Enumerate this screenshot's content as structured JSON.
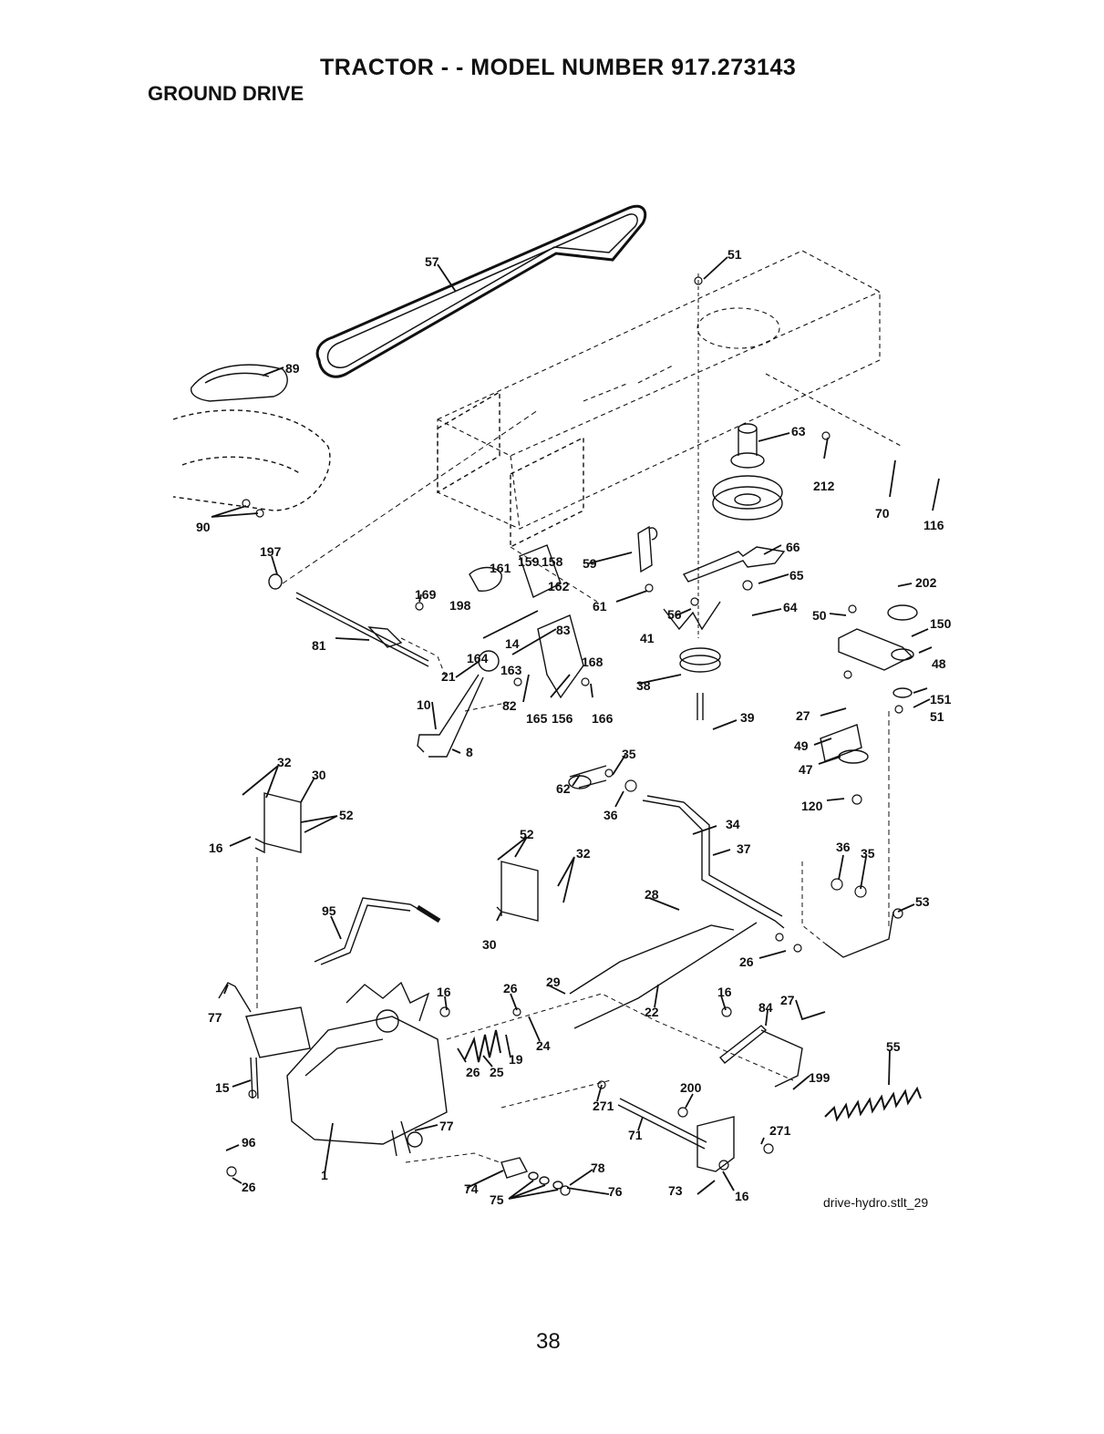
{
  "header": {
    "title": "TRACTOR - - MODEL NUMBER  917.273143",
    "subtitle": "GROUND DRIVE"
  },
  "labels": {
    "l57": "57",
    "l51a": "51",
    "l89": "89",
    "l63": "63",
    "l212": "212",
    "l70": "70",
    "l116": "116",
    "l90": "90",
    "l197": "197",
    "l161": "161",
    "l159": "159",
    "l158": "158",
    "l59": "59",
    "l66": "66",
    "l65": "65",
    "l202": "202",
    "l169": "169",
    "l198": "198",
    "l162": "162",
    "l61": "61",
    "l64": "64",
    "l150": "150",
    "l50": "50",
    "l56": "56",
    "l81": "81",
    "l14": "14",
    "l83": "83",
    "l41": "41",
    "l48": "48",
    "l164": "164",
    "l168": "168",
    "l21": "21",
    "l163": "163",
    "l38": "38",
    "l151": "151",
    "l27a": "27",
    "l51b": "51",
    "l10": "10",
    "l82": "82",
    "l165": "165",
    "l156": "156",
    "l166": "166",
    "l39": "39",
    "l49": "49",
    "l8": "8",
    "l35a": "35",
    "l32a": "32",
    "l47": "47",
    "l30a": "30",
    "l62": "62",
    "l120": "120",
    "l36a": "36",
    "l52a": "52",
    "l34": "34",
    "l16a": "16",
    "l52b": "52",
    "l37": "37",
    "l32b": "32",
    "l36b": "36",
    "l35b": "35",
    "l95": "95",
    "l53": "53",
    "l28": "28",
    "l30b": "30",
    "l26a": "26",
    "l29": "29",
    "l16b": "16",
    "l26b": "26",
    "l16c": "16",
    "l27b": "27",
    "l84": "84",
    "l77a": "77",
    "l22": "22",
    "l24": "24",
    "l19": "19",
    "l26c": "26",
    "l25": "25",
    "l55": "55",
    "l199": "199",
    "l15": "15",
    "l200": "200",
    "l271a": "271",
    "l77b": "77",
    "l71": "71",
    "l271b": "271",
    "l96": "96",
    "l78": "78",
    "l26d": "26",
    "l1": "1",
    "l74": "74",
    "l75": "75",
    "l76": "76",
    "l73": "73",
    "l16d": "16"
  },
  "footer": {
    "filename": "drive-hydro.stlt_29",
    "page_number": "38"
  }
}
